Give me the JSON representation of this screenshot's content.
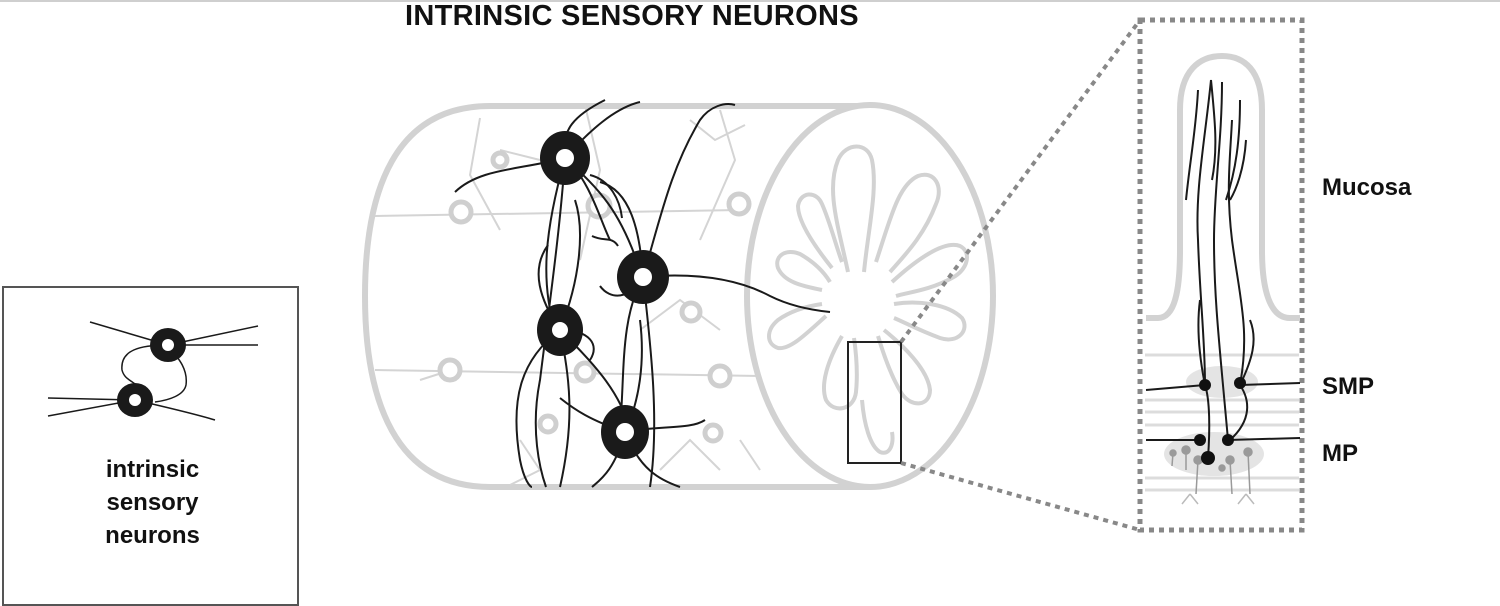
{
  "title": "INTRINSIC SENSORY NEURONS",
  "legend": {
    "lines": [
      "intrinsic",
      "sensory",
      "neurons"
    ]
  },
  "layers": {
    "mucosa": "Mucosa",
    "smp": "SMP",
    "mp": "MP"
  },
  "colors": {
    "neuron": "#1a1a1a",
    "tissue_outline": "#d2d2d2",
    "faint_neuron": "#cfcfcf",
    "zoom_border": "#888888"
  }
}
